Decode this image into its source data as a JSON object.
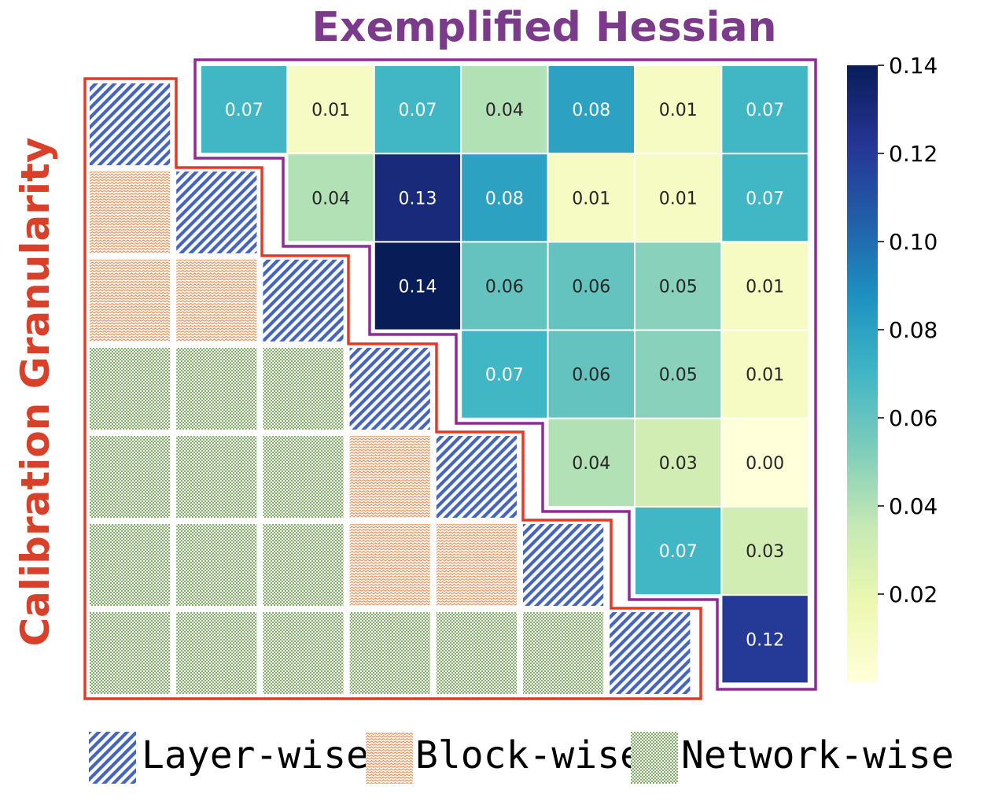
{
  "title": "Exemplified Hessian",
  "ylabel": "Calibration Granularity",
  "colors": {
    "title": "#7b3a8a",
    "ylabel": "#d8402a",
    "hessian_border": "#8e2b94",
    "granularity_border": "#e23a25",
    "layer": "#4466c0",
    "block": "#ec8c4e",
    "network": "#7bb060"
  },
  "legend": [
    {
      "key": "layer",
      "label": "Layer-wise"
    },
    {
      "key": "block",
      "label": "Block-wise"
    },
    {
      "key": "network",
      "label": "Network-wise"
    }
  ],
  "chart_data": {
    "type": "heatmap",
    "colorscale": "YlGnBu",
    "vmin": 0.0,
    "vmax": 0.14,
    "colorbar_ticks": [
      "0.02",
      "0.04",
      "0.06",
      "0.08",
      "0.10",
      "0.12",
      "0.14"
    ],
    "upper_triangle": [
      [
        "0.07",
        "0.01",
        "0.07",
        "0.04",
        "0.08",
        "0.01",
        "0.07"
      ],
      [
        "0.04",
        "0.13",
        "0.08",
        "0.01",
        "0.01",
        "0.07"
      ],
      [
        "0.14",
        "0.06",
        "0.06",
        "0.05",
        "0.01"
      ],
      [
        "0.07",
        "0.06",
        "0.05",
        "0.01"
      ],
      [
        "0.04",
        "0.03",
        "0.00"
      ],
      [
        "0.07",
        "0.03"
      ],
      [
        "0.12"
      ]
    ],
    "lower_triangle_patterns": [
      [
        "layer"
      ],
      [
        "block",
        "layer"
      ],
      [
        "block",
        "block",
        "layer"
      ],
      [
        "network",
        "network",
        "network",
        "layer"
      ],
      [
        "network",
        "network",
        "network",
        "block",
        "layer"
      ],
      [
        "network",
        "network",
        "network",
        "block",
        "block",
        "layer"
      ],
      [
        "network",
        "network",
        "network",
        "network",
        "network",
        "network",
        "layer"
      ]
    ]
  }
}
